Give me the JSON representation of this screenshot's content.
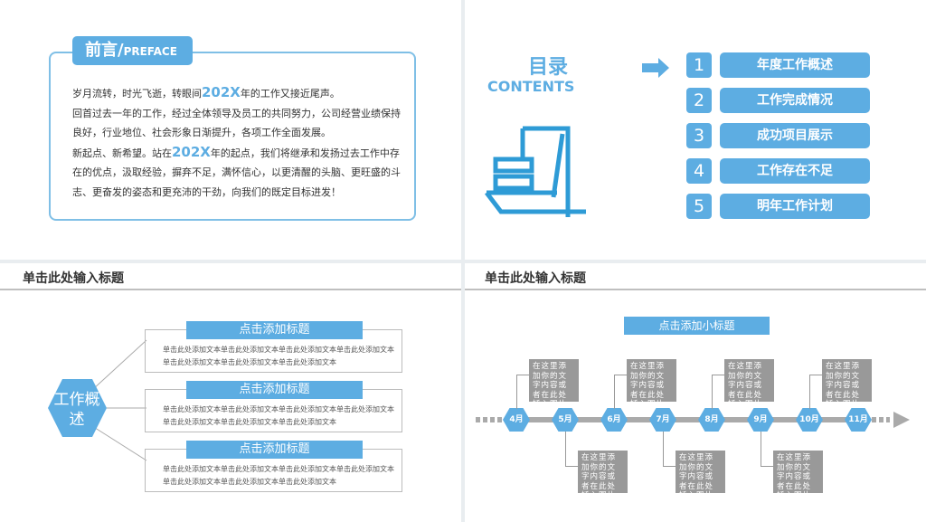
{
  "preface": {
    "title": "前言/",
    "title_en": "PREFACE",
    "year": "202X",
    "p1a": "岁月流转，时光飞逝，转眼间",
    "p1b": "年的工作又接近尾声。",
    "p2": "回首过去一年的工作，经过全体领导及员工的共同努力，公司经营业绩保持良好，行业地位、社会形象日渐提升，各项工作全面发展。",
    "p3a": "新起点、新希望。站在",
    "p3b": "年的起点，我们将继承和发扬过去工作中存在的优点，汲取经验，摒弃不足，满怀信心，以更清醒的头脑、更旺盛的斗志、更奋发的姿态和更充沛的干劲，向我们的既定目标进发！"
  },
  "contents": {
    "title": "目录",
    "title_en": "CONTENTS",
    "items": [
      {
        "num": "1",
        "label": "年度工作概述"
      },
      {
        "num": "2",
        "label": "工作完成情况"
      },
      {
        "num": "3",
        "label": "成功项目展示"
      },
      {
        "num": "4",
        "label": "工作存在不足"
      },
      {
        "num": "5",
        "label": "明年工作计划"
      }
    ]
  },
  "overview": {
    "header": "单击此处输入标题",
    "hex": "工作概述",
    "cards": [
      {
        "title": "点击添加标题",
        "body": "单击此处添加文本单击此处添加文本单击此处添加文本单击此处添加文本单击此处添加文本单击此处添加文本单击此处添加文本"
      },
      {
        "title": "点击添加标题",
        "body": "单击此处添加文本单击此处添加文本单击此处添加文本单击此处添加文本单击此处添加文本单击此处添加文本单击此处添加文本"
      },
      {
        "title": "点击添加标题",
        "body": "单击此处添加文本单击此处添加文本单击此处添加文本单击此处添加文本单击此处添加文本单击此处添加文本单击此处添加文本"
      }
    ]
  },
  "timeline": {
    "header": "单击此处输入标题",
    "subtitle": "点击添加小标题",
    "months": [
      "4月",
      "5月",
      "6月",
      "7月",
      "8月",
      "9月",
      "10月",
      "11月"
    ],
    "note": "在这里添加你的文字内容或者在此处插入图片"
  },
  "colors": {
    "accent": "#5dade2",
    "gray": "#999999"
  }
}
